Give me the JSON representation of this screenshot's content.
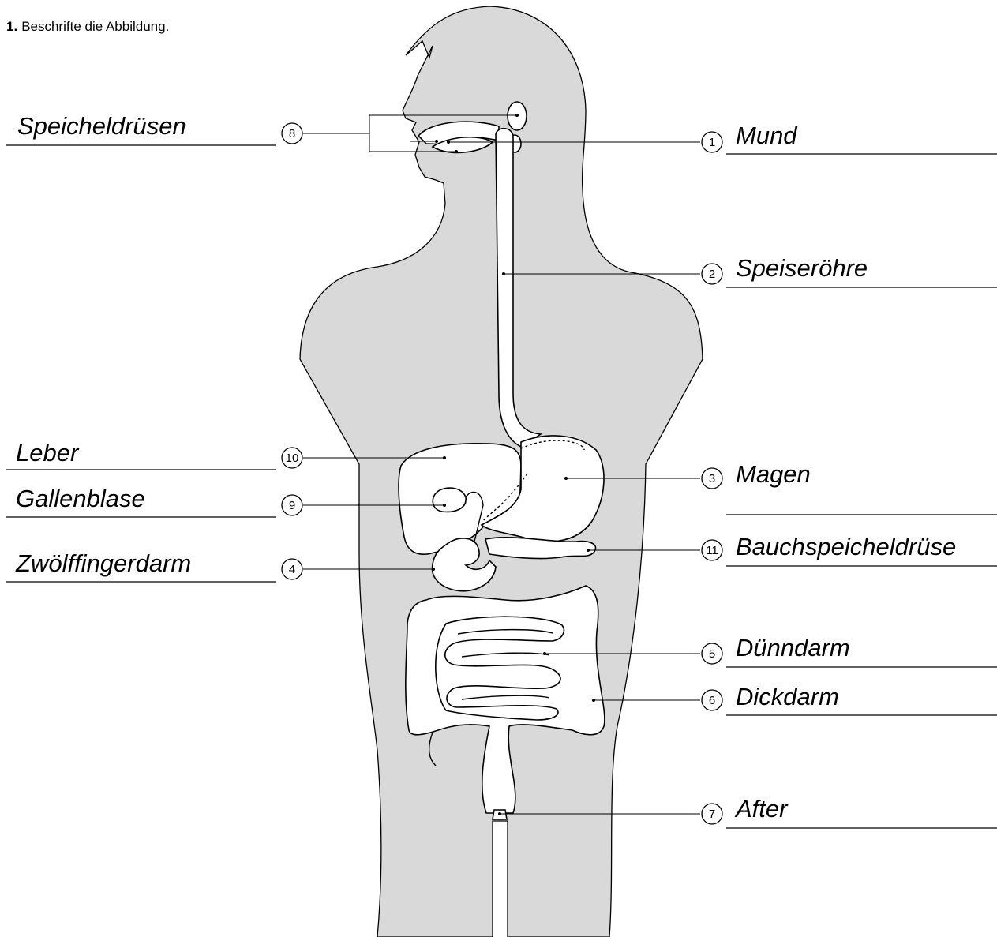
{
  "task": {
    "number": "1.",
    "instruction": "Beschrifte die Abbildung."
  },
  "colors": {
    "body": "#d9d9d9",
    "outline": "#000000",
    "organ": "#ffffff"
  },
  "labels": [
    {
      "id": "mund",
      "number": "1",
      "text": "Mund"
    },
    {
      "id": "speiseroehre",
      "number": "2",
      "text": "Speiseröhre"
    },
    {
      "id": "magen",
      "number": "3",
      "text": "Magen"
    },
    {
      "id": "zwoelffingerdarm",
      "number": "4",
      "text": "Zwölffingerdarm"
    },
    {
      "id": "duenndarm",
      "number": "5",
      "text": "Dünndarm"
    },
    {
      "id": "dickdarm",
      "number": "6",
      "text": "Dickdarm"
    },
    {
      "id": "after",
      "number": "7",
      "text": "After"
    },
    {
      "id": "speicheldruesen",
      "number": "8",
      "text": "Speicheldrüsen"
    },
    {
      "id": "gallenblase",
      "number": "9",
      "text": "Gallenblase"
    },
    {
      "id": "leber",
      "number": "10",
      "text": "Leber"
    },
    {
      "id": "bauchspeicheldruese",
      "number": "11",
      "text": "Bauchspeicheldrüse"
    }
  ]
}
